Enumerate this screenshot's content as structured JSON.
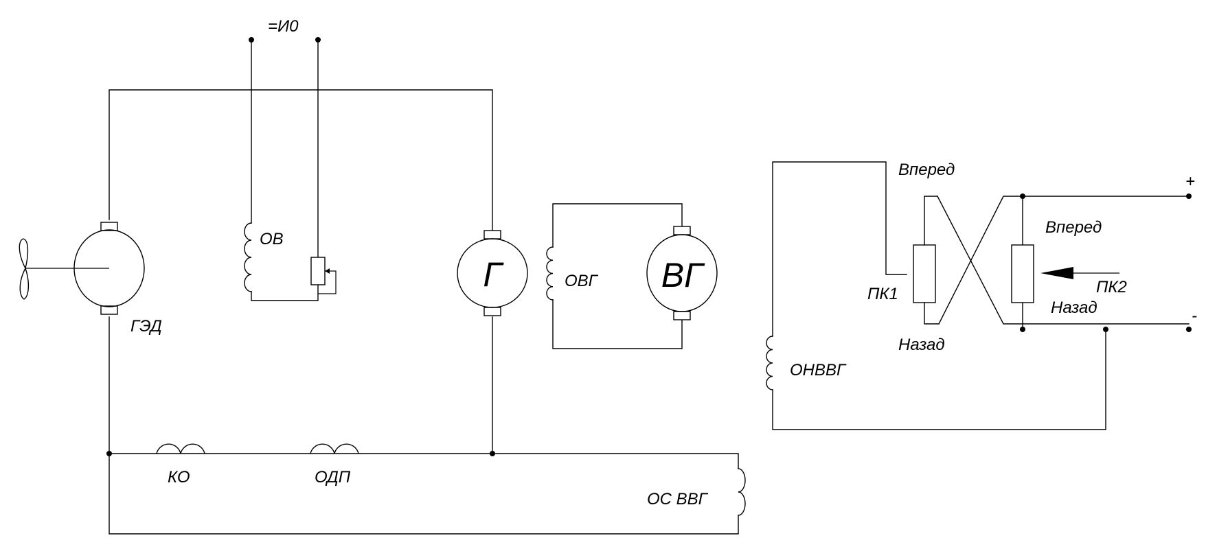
{
  "supply_label": "=И0",
  "motor_label": "ГЭД",
  "field_winding_label": "ОВ",
  "generator_symbol": "Г",
  "exciter_field_label": "ОВГ",
  "exciter_symbol": "ВГ",
  "compensation_winding_label": "КО",
  "commutating_winding_label": "ОДП",
  "series_winding_label": "ОС ВВГ",
  "independent_winding_label": "ОНВВГ",
  "controller1": {
    "label": "ПК1",
    "forward_label": "Вперед",
    "reverse_label": "Назад"
  },
  "controller2": {
    "label": "ПК2",
    "forward_label": "Вперед",
    "reverse_label": "Назад"
  },
  "terminal_plus": "+",
  "terminal_minus": "-"
}
